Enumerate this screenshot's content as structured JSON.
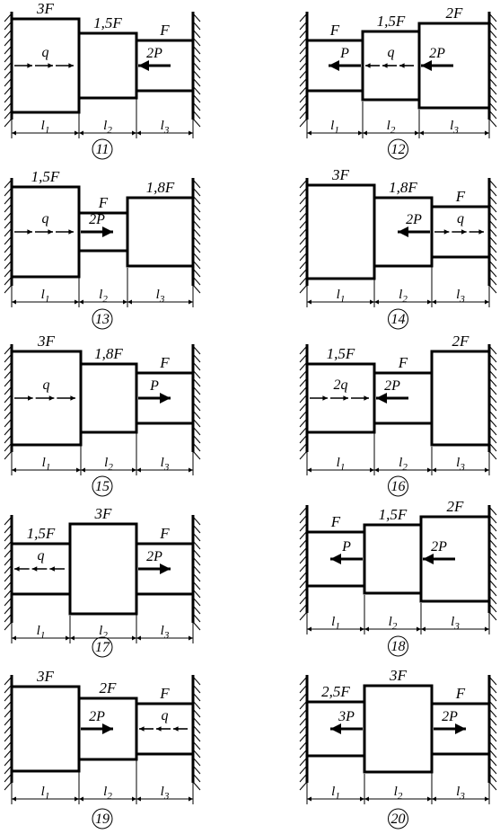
{
  "colors": {
    "ink": "#000000",
    "background": "#ffffff"
  },
  "schemes": [
    {
      "number": "11",
      "sections": [
        {
          "area": "3F",
          "length": "l1",
          "load": {
            "kind": "q",
            "label": "q",
            "dir": "right"
          }
        },
        {
          "area": "1,5F",
          "length": "l2"
        },
        {
          "area": "F",
          "length": "l3",
          "load": {
            "kind": "P",
            "label": "2P",
            "dir": "left",
            "at": "start"
          }
        }
      ]
    },
    {
      "number": "12",
      "sections": [
        {
          "area": "F",
          "length": "l1",
          "load": {
            "kind": "P",
            "label": "P",
            "dir": "left",
            "at": "end"
          }
        },
        {
          "area": "1,5F",
          "length": "l2",
          "load": {
            "kind": "q",
            "label": "q",
            "dir": "left"
          }
        },
        {
          "area": "2F",
          "length": "l3",
          "load": {
            "kind": "P",
            "label": "2P",
            "dir": "left",
            "at": "start"
          }
        }
      ]
    },
    {
      "number": "13",
      "sections": [
        {
          "area": "1,5F",
          "length": "l1",
          "load": {
            "kind": "q",
            "label": "q",
            "dir": "right"
          }
        },
        {
          "area": "F",
          "length": "l2",
          "load": {
            "kind": "P",
            "label": "2P",
            "dir": "right",
            "at": "start"
          }
        },
        {
          "area": "1,8F",
          "length": "l3"
        }
      ]
    },
    {
      "number": "14",
      "sections": [
        {
          "area": "3F",
          "length": "l1"
        },
        {
          "area": "1,8F",
          "length": "l2",
          "load": {
            "kind": "P",
            "label": "2P",
            "dir": "left",
            "at": "end"
          }
        },
        {
          "area": "F",
          "length": "l3",
          "load": {
            "kind": "q",
            "label": "q",
            "dir": "right"
          }
        }
      ]
    },
    {
      "number": "15",
      "sections": [
        {
          "area": "3F",
          "length": "l1",
          "load": {
            "kind": "q",
            "label": "q",
            "dir": "right"
          }
        },
        {
          "area": "1,8F",
          "length": "l2"
        },
        {
          "area": "F",
          "length": "l3",
          "load": {
            "kind": "P",
            "label": "P",
            "dir": "right",
            "at": "start"
          }
        }
      ]
    },
    {
      "number": "16",
      "sections": [
        {
          "area": "1,5F",
          "length": "l1",
          "load": {
            "kind": "q",
            "label": "2q",
            "dir": "right"
          }
        },
        {
          "area": "F",
          "length": "l2",
          "load": {
            "kind": "P",
            "label": "2P",
            "dir": "left",
            "at": "start"
          }
        },
        {
          "area": "2F",
          "length": "l3"
        }
      ]
    },
    {
      "number": "17",
      "sections": [
        {
          "area": "1,5F",
          "length": "l1",
          "load": {
            "kind": "q",
            "label": "q",
            "dir": "left"
          }
        },
        {
          "area": "3F",
          "length": "l2"
        },
        {
          "area": "F",
          "length": "l3",
          "load": {
            "kind": "P",
            "label": "2P",
            "dir": "right",
            "at": "start"
          }
        }
      ]
    },
    {
      "number": "18",
      "sections": [
        {
          "area": "F",
          "length": "l1",
          "load": {
            "kind": "P",
            "label": "P",
            "dir": "left",
            "at": "end"
          }
        },
        {
          "area": "1,5F",
          "length": "l2"
        },
        {
          "area": "2F",
          "length": "l3",
          "load": {
            "kind": "P",
            "label": "2P",
            "dir": "left",
            "at": "start"
          }
        }
      ]
    },
    {
      "number": "19",
      "sections": [
        {
          "area": "3F",
          "length": "l1"
        },
        {
          "area": "2F",
          "length": "l2",
          "load": {
            "kind": "P",
            "label": "2P",
            "dir": "right",
            "at": "start"
          }
        },
        {
          "area": "F",
          "length": "l3",
          "load": {
            "kind": "q",
            "label": "q",
            "dir": "left"
          }
        }
      ]
    },
    {
      "number": "20",
      "sections": [
        {
          "area": "2,5F",
          "length": "l1",
          "load": {
            "kind": "P",
            "label": "3P",
            "dir": "left",
            "at": "end"
          }
        },
        {
          "area": "3F",
          "length": "l2"
        },
        {
          "area": "F",
          "length": "l3",
          "load": {
            "kind": "P",
            "label": "2P",
            "dir": "right",
            "at": "start"
          }
        }
      ]
    }
  ]
}
